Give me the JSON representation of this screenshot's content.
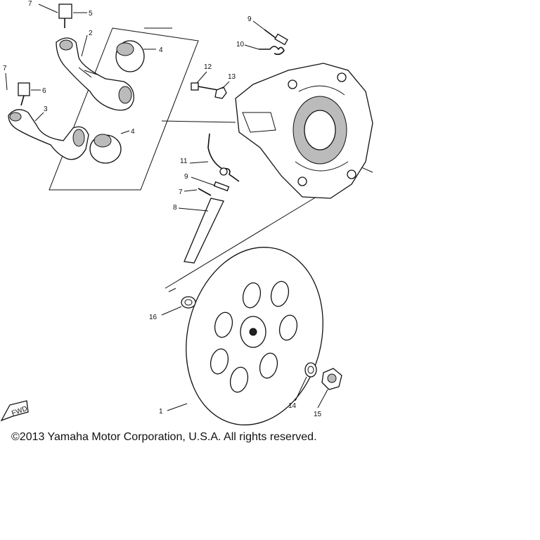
{
  "copyright": "©2013 Yamaha Motor Corporation, U.S.A. All rights reserved.",
  "fwd_marker": "FWD",
  "callouts": [
    {
      "id": "c1",
      "label": "1"
    },
    {
      "id": "c2",
      "label": "2"
    },
    {
      "id": "c3",
      "label": "3"
    },
    {
      "id": "c4a",
      "label": "4"
    },
    {
      "id": "c4b",
      "label": "4"
    },
    {
      "id": "c5",
      "label": "5"
    },
    {
      "id": "c6",
      "label": "6"
    },
    {
      "id": "c7a",
      "label": "7"
    },
    {
      "id": "c7b",
      "label": "7"
    },
    {
      "id": "c7c",
      "label": "7"
    },
    {
      "id": "c8",
      "label": "8"
    },
    {
      "id": "c9a",
      "label": "9"
    },
    {
      "id": "c9b",
      "label": "9"
    },
    {
      "id": "c10",
      "label": "10"
    },
    {
      "id": "c11",
      "label": "11"
    },
    {
      "id": "c12",
      "label": "12"
    },
    {
      "id": "c13",
      "label": "13"
    },
    {
      "id": "c14",
      "label": "14"
    },
    {
      "id": "c15",
      "label": "15"
    },
    {
      "id": "c16",
      "label": "16"
    }
  ]
}
